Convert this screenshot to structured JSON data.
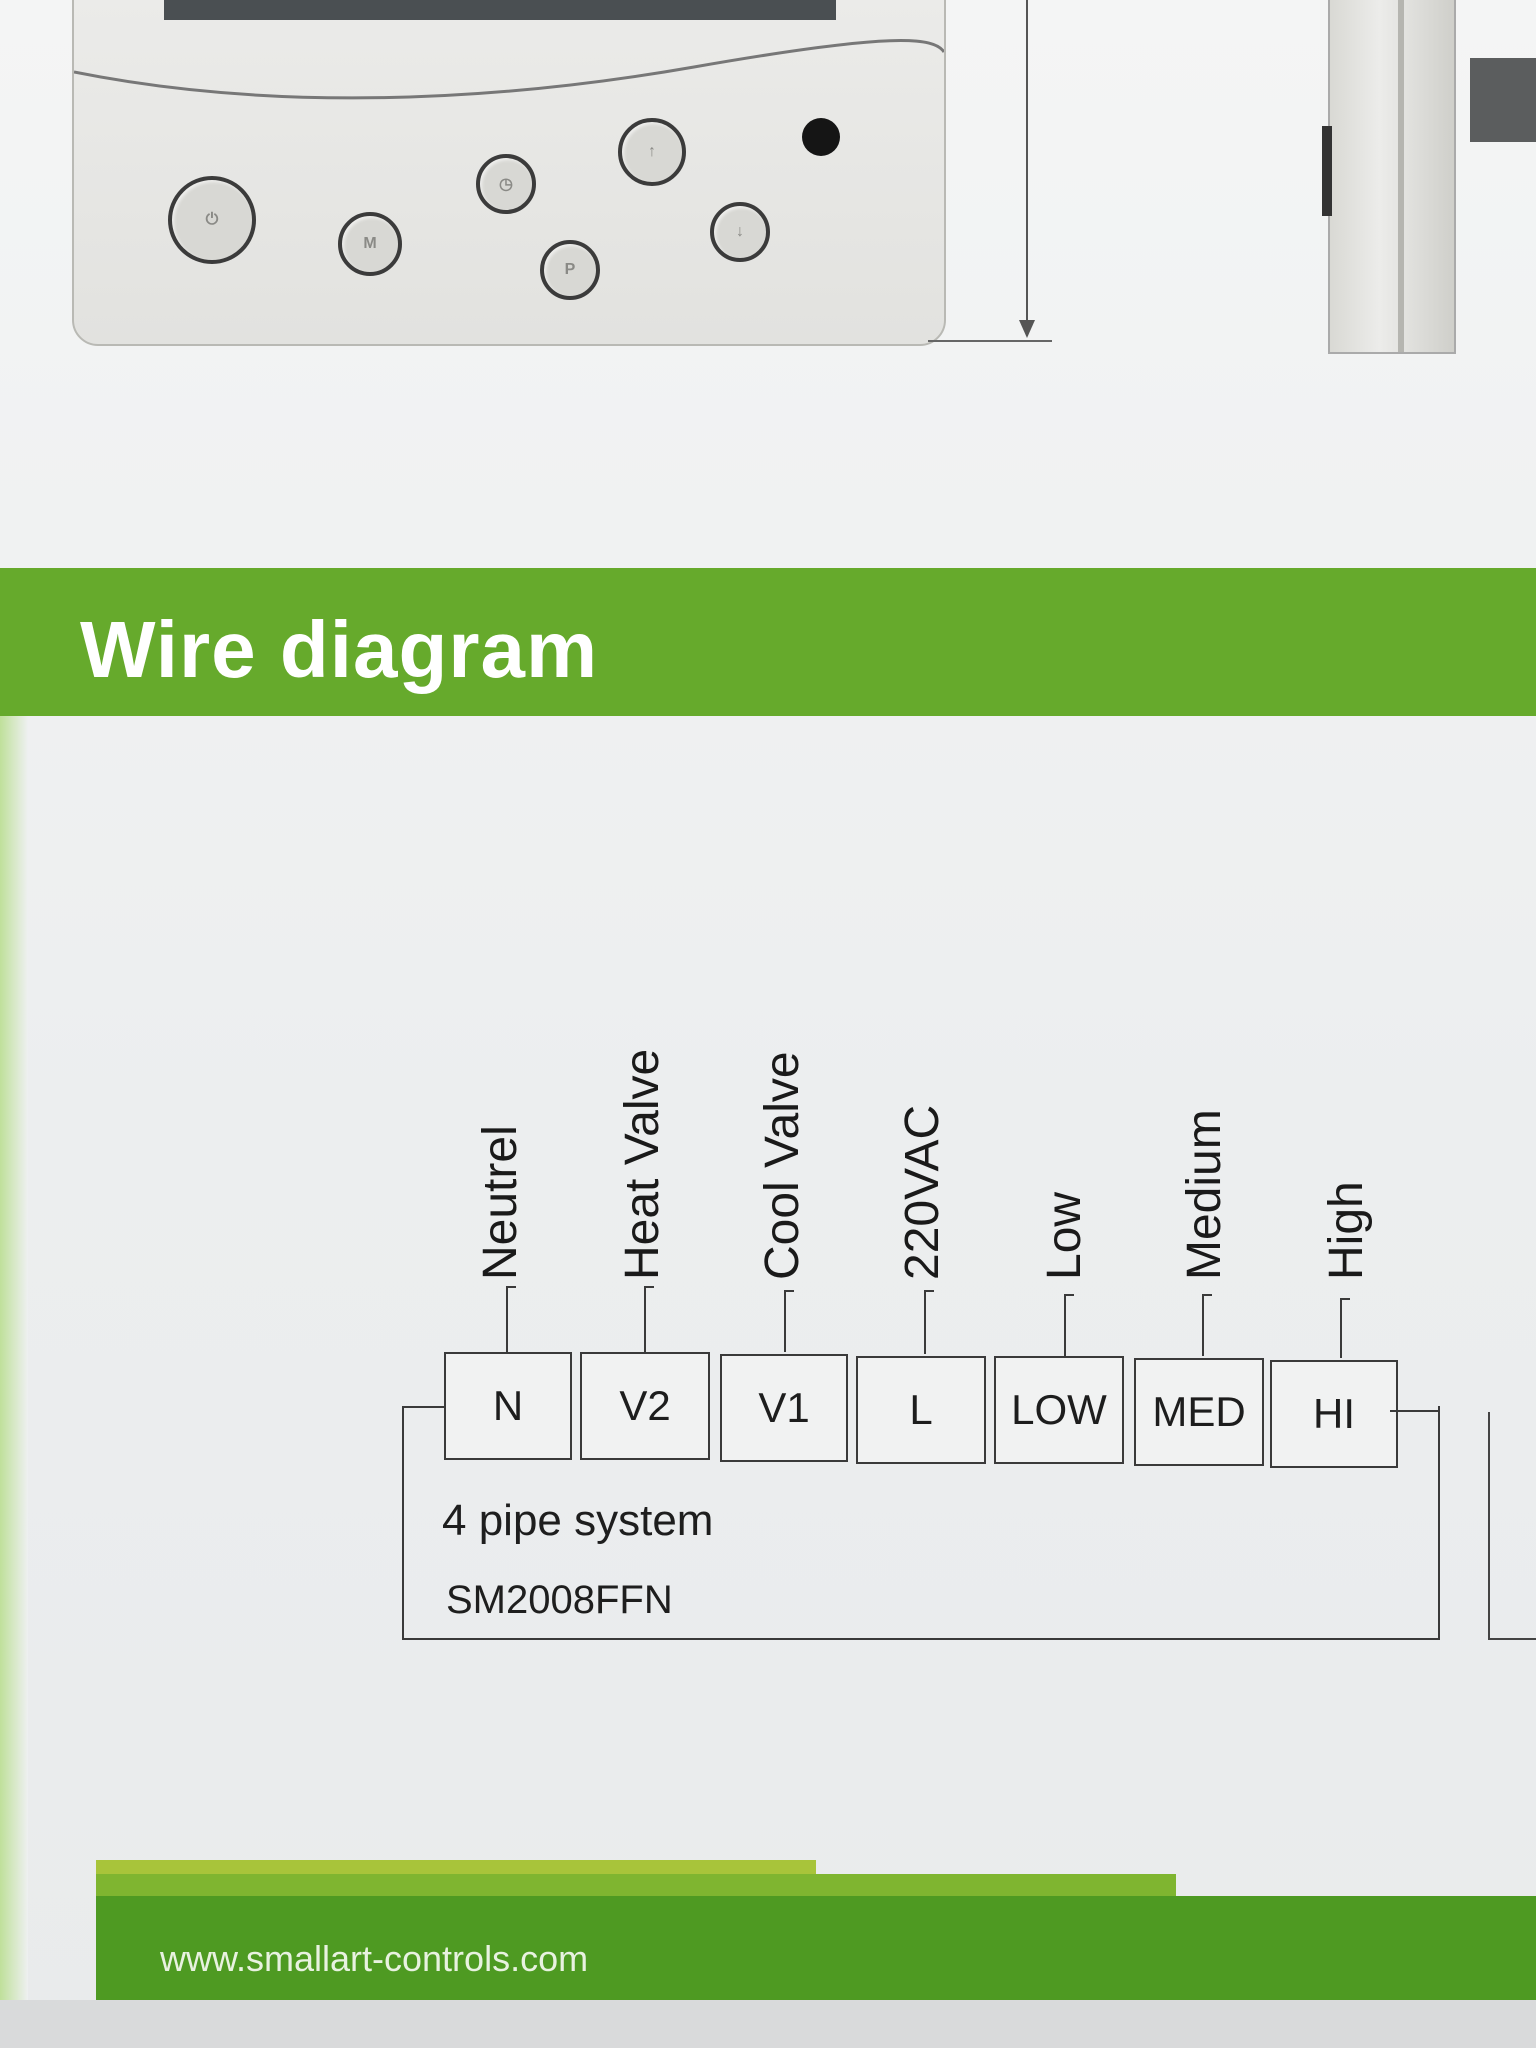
{
  "section_title": "Wire diagram",
  "wire_labels": [
    "Neutrel",
    "Heat Valve",
    "Cool Valve",
    "220VAC",
    "Low",
    "Medium",
    "High"
  ],
  "terminals": [
    "N",
    "V2",
    "V1",
    "L",
    "LOW",
    "MED",
    "HI"
  ],
  "system_label": "4 pipe system",
  "model": "SM2008FFN",
  "footer_url": "www.smallart-controls.com",
  "colors": {
    "banner": "#66aa2c",
    "footer": "#4e9a22"
  }
}
